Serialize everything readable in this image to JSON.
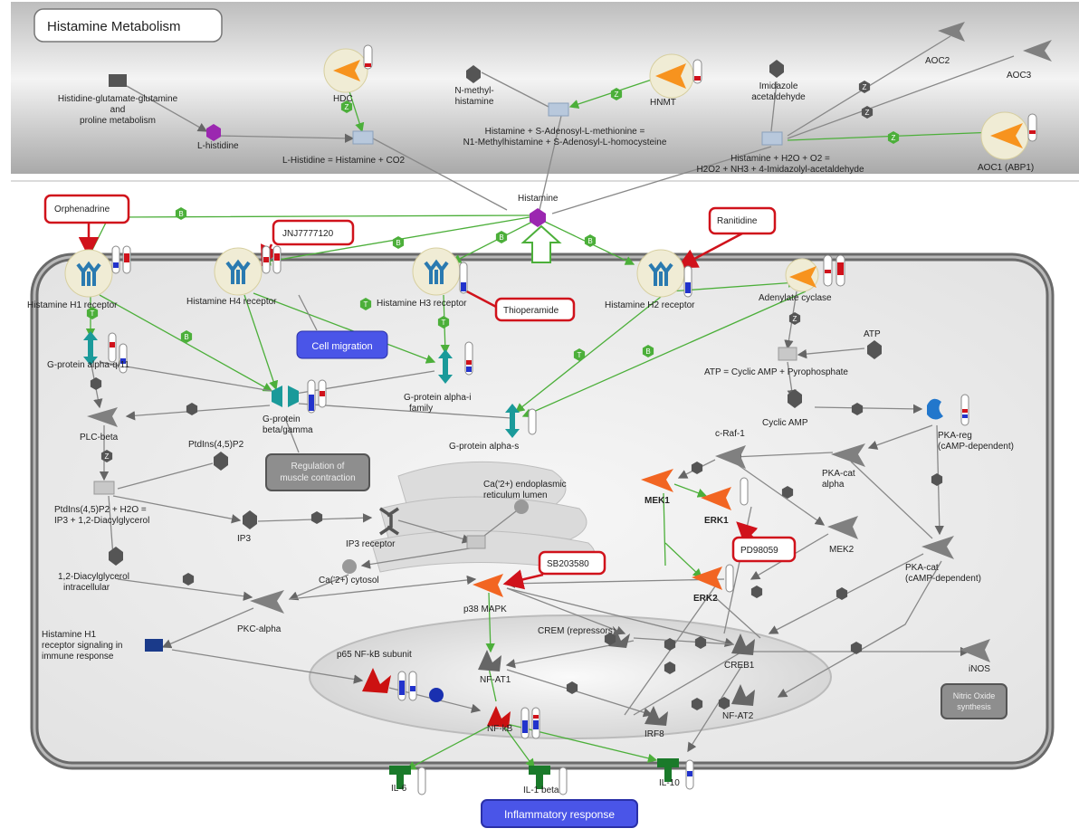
{
  "title": "Histamine Metabolism",
  "labels": {
    "histidine_metab": [
      "Histidine-glutamate-glutamine",
      "and",
      "proline metabolism"
    ],
    "l_histidine": "L-histidine",
    "hdc": "HDC",
    "rxn_hdc": "L-Histidine = Histamine + CO2",
    "n_methylhistamine": [
      "N-methyl-",
      "histamine"
    ],
    "hnmt": "HNMT",
    "rxn_hnmt": [
      "Histamine + S-Adenosyl-L-methionine =",
      "N1-Methylhistamine + S-Adenosyl-L-homocysteine"
    ],
    "imidazole": [
      "Imidazole",
      "acetaldehyde"
    ],
    "aoc2": "AOC2",
    "aoc3": "AOC3",
    "aoc1": "AOC1 (ABP1)",
    "rxn_aoc": [
      "Histamine + H2O + O2 =",
      "H2O2 + NH3 + 4-Imidazolyl-acetaldehyde"
    ],
    "histamine": "Histamine",
    "orphenadrine": "Orphenadrine",
    "jnj": "JNJ7777120",
    "ranitidine": "Ranitidine",
    "thioperamide": "Thioperamide",
    "sb203580": "SB203580",
    "pd98059": "PD98059",
    "h1r": "Histamine H1 receptor",
    "h4r": "Histamine H4 receptor",
    "h3r": "Histamine H3 receptor",
    "h2r": "Histamine H2 receptor",
    "adenylate": "Adenylate cyclase",
    "atp": "ATP",
    "rxn_atp": "ATP = Cyclic AMP + Pyrophosphate",
    "camp": "Cyclic AMP",
    "gq": "G-protein alpha-q/11",
    "gi": [
      "G-protein alpha-i",
      "family"
    ],
    "gbg": [
      "G-protein",
      "beta/gamma"
    ],
    "gs": "G-protein alpha-s",
    "cell_migration": "Cell migration",
    "muscle_contraction": [
      "Regulation of",
      "muscle contraction"
    ],
    "plc": "PLC-beta",
    "pip2": "PtdIns(4,5)P2",
    "rxn_pip2": [
      "PtdIns(4,5)P2 + H2O =",
      "IP3 + 1,2-Diacylglycerol"
    ],
    "ip3": "IP3",
    "ip3r": "IP3 receptor",
    "ca_er": [
      "Ca('2+) endoplasmic",
      "reticulum lumen"
    ],
    "ca_cyt": "Ca('2+) cytosol",
    "dag": [
      "1,2-Diacylglycerol",
      "intracellular"
    ],
    "pkc": "PKC-alpha",
    "h1_immune": [
      "Histamine H1",
      "receptor signaling in",
      "immune response"
    ],
    "p38": "p38 MAPK",
    "craf": "c-Raf-1",
    "mek1": "MEK1",
    "erk1": "ERK1",
    "mek2": "MEK2",
    "erk2": "ERK2",
    "pka_reg": [
      "PKA-reg",
      "(cAMP-dependent)"
    ],
    "pka_cat_a": [
      "PKA-cat",
      "alpha"
    ],
    "pka_cat": [
      "PKA-cat",
      "(cAMP-dependent)"
    ],
    "crem": "CREM (repressors)",
    "p65": "p65 NF-kB subunit",
    "nfat1": "NF-AT1",
    "nfkb": "NF-kB",
    "irf8": "IRF8",
    "creb1": "CREB1",
    "nfat2": "NF-AT2",
    "inos": "iNOS",
    "nitric_oxide": [
      "Nitric Oxide",
      "synthesis"
    ],
    "il6": "IL-6",
    "il1b": "IL-1 beta",
    "il10": "IL-10",
    "inflammatory": "Inflammatory response"
  },
  "colors": {
    "enzyme_orange": "#f7931e",
    "kinase_orange": "#f26522",
    "receptor_blue": "#2a7ab0",
    "gprotein_teal": "#1a9a9a",
    "edge_green": "#4caf3a",
    "drug_red": "#d0121b",
    "process_blue": "#4a55e8",
    "cytokine_green": "#1a7a2a",
    "metabolite_purple": "#9b27b0"
  }
}
